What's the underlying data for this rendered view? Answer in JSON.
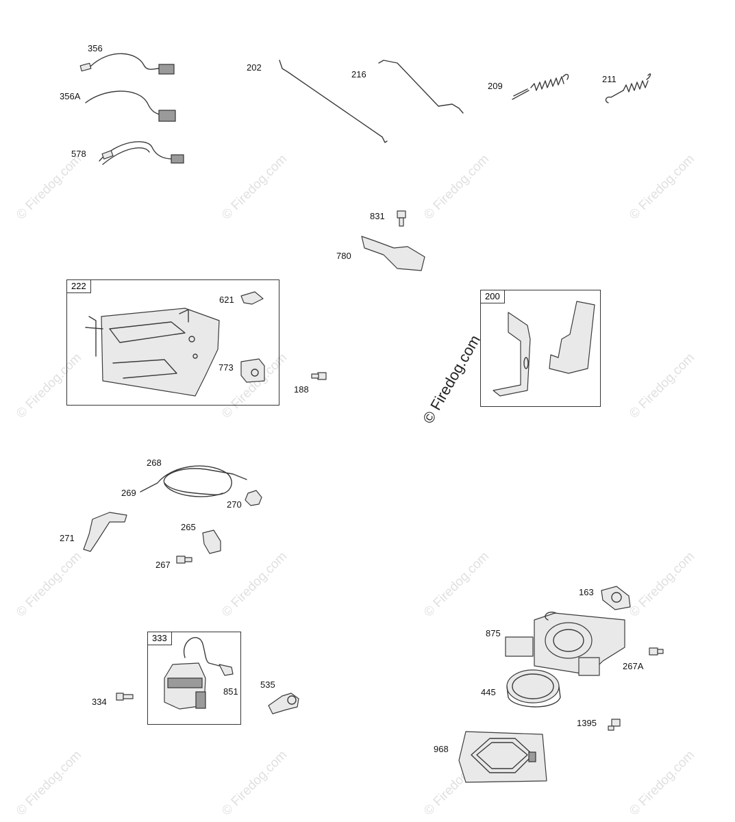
{
  "watermark": {
    "text": "© Firedog.com",
    "main_text": "© Firedog.com"
  },
  "callouts": {
    "p356": "356",
    "p356a": "356A",
    "p578": "578",
    "p202": "202",
    "p216": "216",
    "p209": "209",
    "p211": "211",
    "p831": "831",
    "p780": "780",
    "p621": "621",
    "p773": "773",
    "p188": "188",
    "p268": "268",
    "p269": "269",
    "p270": "270",
    "p271": "271",
    "p265": "265",
    "p267": "267",
    "p334": "334",
    "p851": "851",
    "p535": "535",
    "p163": "163",
    "p875": "875",
    "p267a": "267A",
    "p445": "445",
    "p1395": "1395",
    "p968": "968"
  },
  "boxes": {
    "b222": "222",
    "b200": "200",
    "b333": "333"
  }
}
